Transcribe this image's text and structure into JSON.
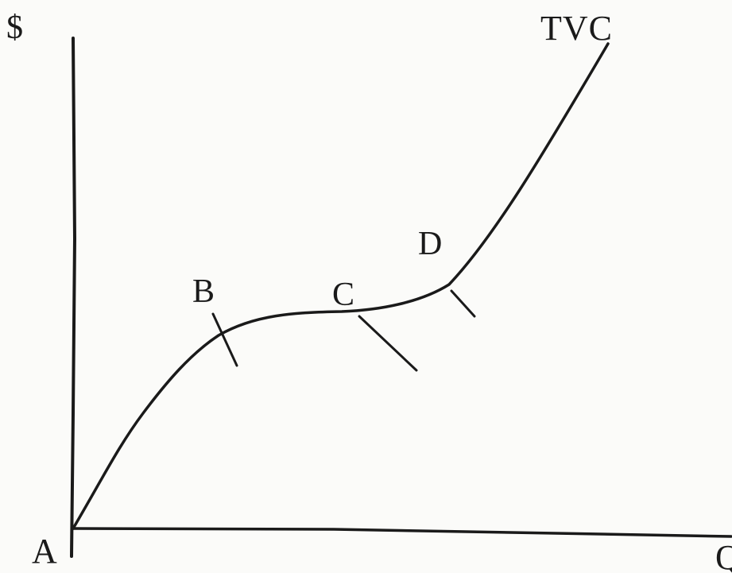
{
  "diagram": {
    "y_axis_label": "$",
    "x_axis_label": "Q",
    "curve_label": "TVC",
    "origin_label": "A",
    "points": [
      {
        "id": "b",
        "label": "B"
      },
      {
        "id": "c",
        "label": "C"
      },
      {
        "id": "d",
        "label": "D"
      }
    ],
    "colors": {
      "ink": "#1a1a1a",
      "paper": "#fbfbf9"
    }
  }
}
